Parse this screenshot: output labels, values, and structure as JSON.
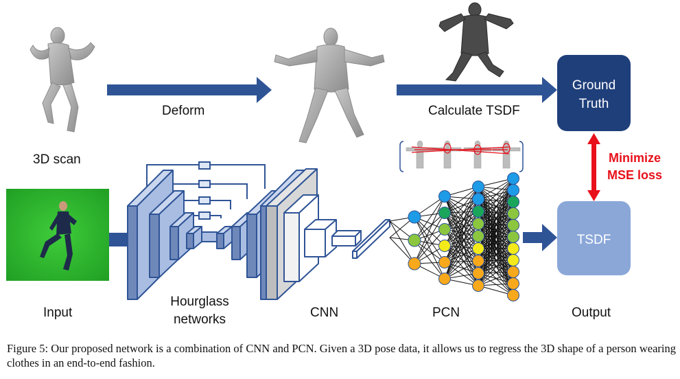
{
  "labels": {
    "scan": "3D scan",
    "deform": "Deform",
    "calc_tsdf": "Calculate TSDF",
    "ground_truth_line1": "Ground",
    "ground_truth_line2": "Truth",
    "minimize_line1": "Minimize",
    "minimize_line2": "MSE loss",
    "tsdf_box": "TSDF",
    "input": "Input",
    "hourglass_line1": "Hourglass",
    "hourglass_line2": "networks",
    "cnn": "CNN",
    "pcn": "PCN",
    "output": "Output"
  },
  "caption": "Figure 5: Our proposed network is a combination of CNN and PCN. Given a 3D pose data, it allows us to regress the 3D shape of a person wearing clothes in an end-to-end fashion.",
  "colors": {
    "arrow": "#2f5496",
    "ground_truth_box": "#1f3f7a",
    "tsdf_box": "#8aa7d8",
    "loss_text": "#e8101a",
    "node_blue": "#1e9be6",
    "node_green_dark": "#1aa55a",
    "node_green_light": "#8cc63f",
    "node_yellow": "#f4ea1a",
    "node_orange": "#f7a81b",
    "input_bg": "#27b52a"
  }
}
